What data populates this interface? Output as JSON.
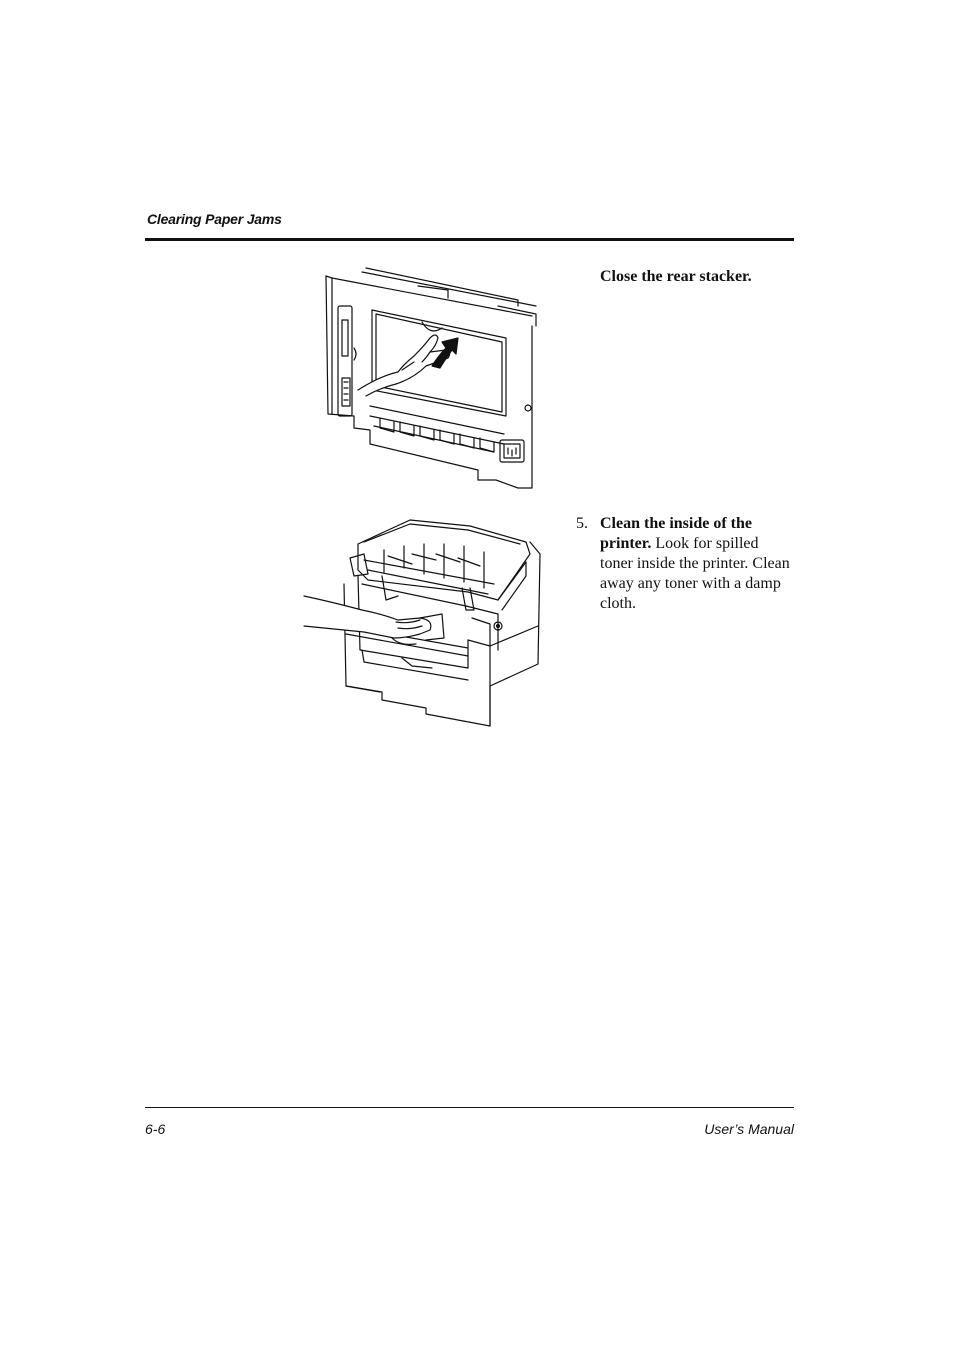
{
  "header": {
    "title": "Clearing Paper Jams"
  },
  "figure1": {
    "caption": "Close the rear stacker.",
    "illustration": "hand closing rear stacker with upward arrow"
  },
  "step5": {
    "number": "5.",
    "bold": "Clean the inside of the printer.",
    "text": "Look for spilled toner inside the printer. Clean away any toner with a damp cloth."
  },
  "figure2": {
    "illustration": "hand wiping inside of open printer with cloth"
  },
  "footer": {
    "page_number": "6-6",
    "manual_title": "User’s Manual"
  }
}
